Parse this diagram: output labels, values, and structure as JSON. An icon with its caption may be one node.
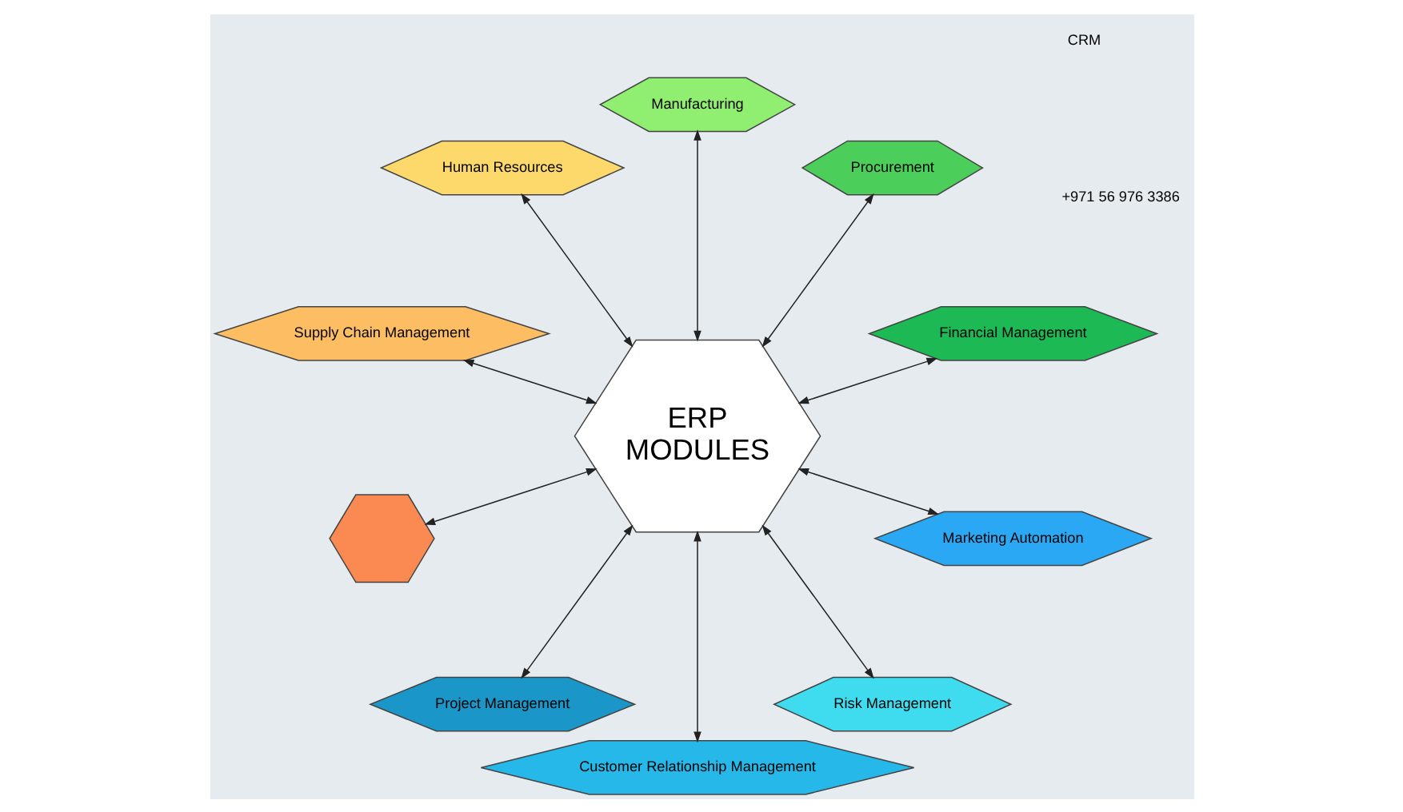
{
  "diagram": {
    "nodes": [
      {
        "text": [
          "ERP MODULES"
        ]
      },
      {
        "text": [
          "Financial Management"
        ]
      },
      {
        "text": [
          "Procurement"
        ]
      },
      {
        "text": [
          "Manufacturing"
        ]
      },
      {
        "text": [
          "Human Resources"
        ]
      },
      {
        "text": [
          "Supply Chain Management"
        ]
      },
      {
        "text": [],
        "shape": "hexagon"
      },
      {
        "text": [
          "Project Management"
        ]
      },
      {
        "text": [
          "Customer Relationship Management"
        ]
      },
      {
        "text": [
          "Risk Management"
        ]
      },
      {
        "text": [
          "Marketing Automation"
        ]
      }
    ],
    "edges": [
      {
        "from": 0,
        "to": 1,
        "arrow": "both"
      },
      {
        "from": 0,
        "to": 2,
        "arrow": "both"
      },
      {
        "from": 0,
        "to": 3,
        "arrow": "both"
      },
      {
        "from": 0,
        "to": 4,
        "arrow": "both"
      },
      {
        "from": 0,
        "to": 5,
        "arrow": "both"
      },
      {
        "from": 0,
        "to": 6,
        "arrow": "both"
      },
      {
        "from": 0,
        "to": 7,
        "arrow": "both"
      },
      {
        "from": 0,
        "to": 8,
        "arrow": "both"
      },
      {
        "from": 0,
        "to": 9,
        "arrow": "both"
      },
      {
        "from": 0,
        "to": 10,
        "arrow": "both"
      }
    ],
    "labels": [
      "CRM",
      "+971 56 976 3386"
    ]
  }
}
